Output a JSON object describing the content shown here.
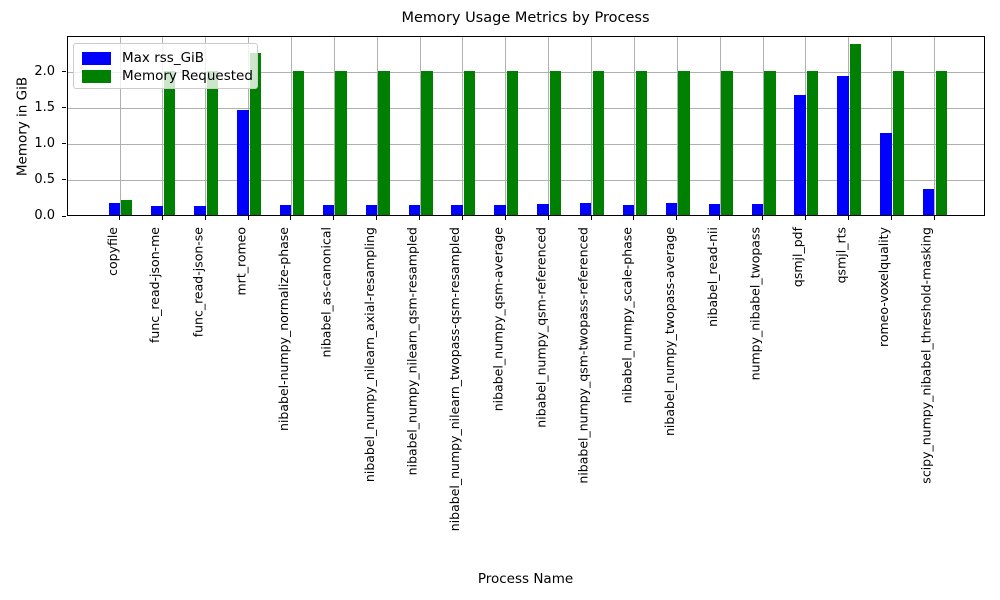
{
  "colors": {
    "background": "#ffffff",
    "axis": "#000000",
    "grid": "#b0b0b0",
    "bar_blue": "#0000ff",
    "bar_green": "#008000",
    "legend_border": "#cccccc"
  },
  "chart_data": {
    "type": "bar",
    "title": "Memory Usage Metrics by Process",
    "xlabel": "Process Name",
    "ylabel": "Memory in GiB",
    "ylim": [
      0,
      2.49
    ],
    "yticks": [
      0.0,
      0.5,
      1.0,
      1.5,
      2.0
    ],
    "grid": true,
    "legend_position": "upper left",
    "categories": [
      "copyfile",
      "func_read-json-me",
      "func_read-json-se",
      "mrt_romeo",
      "nibabel-numpy_normalize-phase",
      "nibabel_as-canonical",
      "nibabel_numpy_nilearn_axial-resampling",
      "nibabel_numpy_nilearn_qsm-resampled",
      "nibabel_numpy_nilearn_twopass-qsm-resampled",
      "nibabel_numpy_qsm-average",
      "nibabel_numpy_qsm-referenced",
      "nibabel_numpy_qsm-twopass-referenced",
      "nibabel_numpy_scale-phase",
      "nibabel_numpy_twopass-average",
      "nibabel_read-nii",
      "numpy_nibabel_twopass",
      "qsmjl_pdf",
      "qsmjl_rts",
      "romeo-voxelquality",
      "scipy_numpy_nibabel_threshold-masking"
    ],
    "series": [
      {
        "name": "Max rss_GiB",
        "color": "#0000ff",
        "values": [
          0.16,
          0.13,
          0.13,
          1.46,
          0.14,
          0.14,
          0.14,
          0.14,
          0.14,
          0.14,
          0.15,
          0.16,
          0.14,
          0.16,
          0.15,
          0.15,
          1.66,
          1.93,
          1.14,
          0.36
        ]
      },
      {
        "name": "Memory Requested",
        "color": "#008000",
        "values": [
          0.21,
          2.0,
          2.0,
          2.25,
          2.0,
          2.0,
          2.0,
          2.0,
          2.0,
          2.0,
          2.0,
          2.0,
          2.0,
          2.0,
          2.0,
          2.0,
          2.0,
          2.37,
          2.0,
          2.0
        ]
      }
    ]
  }
}
